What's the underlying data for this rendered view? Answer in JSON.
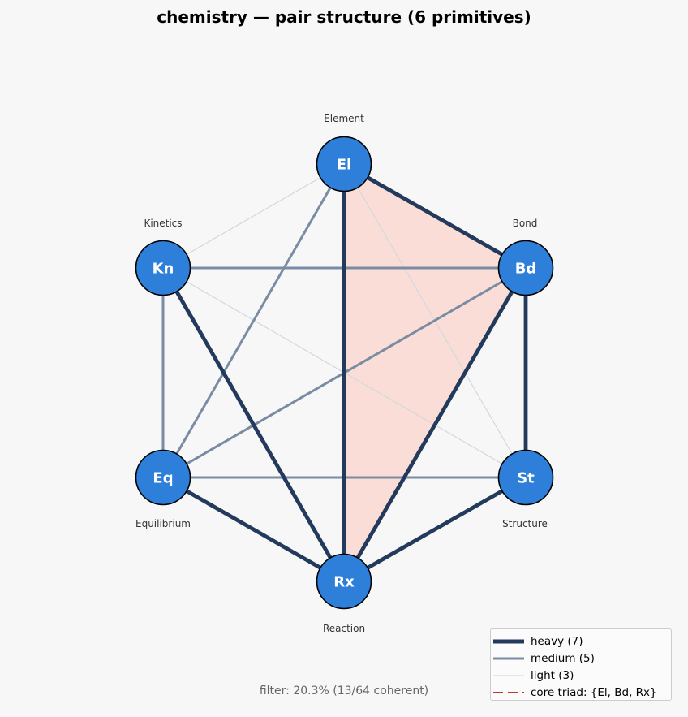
{
  "title": "chemistry — pair structure  (6 primitives)",
  "footer": "filter: 20.3%  (13/64 coherent)",
  "colors": {
    "background": "#f7f7f7",
    "node_fill": "#2e7fd9",
    "node_stroke": "#000000",
    "heavy": "#233a5c",
    "medium": "#7a8ca3",
    "light": "#d3d8de",
    "core_fill": "#f9ddd6",
    "core_line": "#c0392b"
  },
  "nodes": [
    {
      "id": "El",
      "abbr": "El",
      "name": "Element"
    },
    {
      "id": "Bd",
      "abbr": "Bd",
      "name": "Bond"
    },
    {
      "id": "St",
      "abbr": "St",
      "name": "Structure"
    },
    {
      "id": "Rx",
      "abbr": "Rx",
      "name": "Reaction"
    },
    {
      "id": "Eq",
      "abbr": "Eq",
      "name": "Equilibrium"
    },
    {
      "id": "Kn",
      "abbr": "Kn",
      "name": "Kinetics"
    }
  ],
  "edges": [
    {
      "from": "El",
      "to": "Bd",
      "weight": "heavy"
    },
    {
      "from": "El",
      "to": "Rx",
      "weight": "heavy"
    },
    {
      "from": "Bd",
      "to": "St",
      "weight": "heavy"
    },
    {
      "from": "Bd",
      "to": "Rx",
      "weight": "heavy"
    },
    {
      "from": "St",
      "to": "Rx",
      "weight": "heavy"
    },
    {
      "from": "Rx",
      "to": "Eq",
      "weight": "heavy"
    },
    {
      "from": "Rx",
      "to": "Kn",
      "weight": "heavy"
    },
    {
      "from": "El",
      "to": "Eq",
      "weight": "medium"
    },
    {
      "from": "Bd",
      "to": "Eq",
      "weight": "medium"
    },
    {
      "from": "Bd",
      "to": "Kn",
      "weight": "medium"
    },
    {
      "from": "St",
      "to": "Eq",
      "weight": "medium"
    },
    {
      "from": "Eq",
      "to": "Kn",
      "weight": "medium"
    },
    {
      "from": "El",
      "to": "Kn",
      "weight": "light"
    },
    {
      "from": "El",
      "to": "St",
      "weight": "light"
    },
    {
      "from": "St",
      "to": "Kn",
      "weight": "light"
    }
  ],
  "core_triad": [
    "El",
    "Bd",
    "Rx"
  ],
  "legend": [
    {
      "key": "heavy",
      "label": "heavy (7)"
    },
    {
      "key": "medium",
      "label": "medium (5)"
    },
    {
      "key": "light",
      "label": "light (3)"
    },
    {
      "key": "core",
      "label": "core triad: {El, Bd, Rx}"
    }
  ]
}
